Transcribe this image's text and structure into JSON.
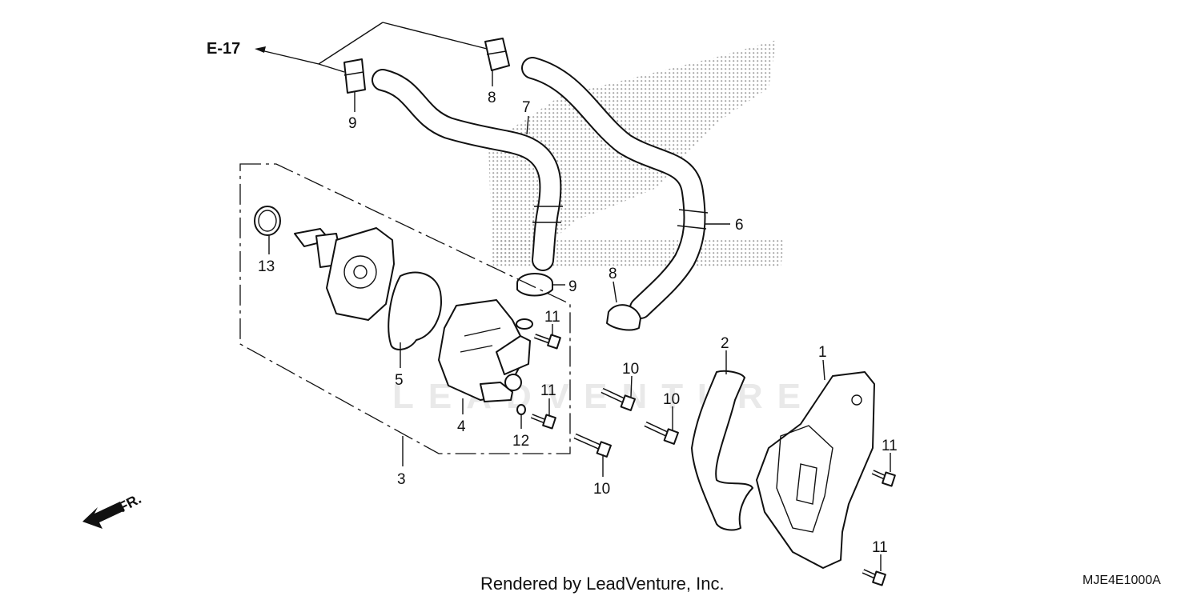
{
  "reference": {
    "label": "E-17"
  },
  "watermark": {
    "text": "LEADVENTURE"
  },
  "callouts": {
    "c1": "1",
    "c2": "2",
    "c3": "3",
    "c4": "4",
    "c5": "5",
    "c6": "6",
    "c7": "7",
    "c8a": "8",
    "c8b": "8",
    "c9a": "9",
    "c9b": "9",
    "c10a": "10",
    "c10b": "10",
    "c10c": "10",
    "c11a": "11",
    "c11b": "11",
    "c11c": "11",
    "c11d": "11",
    "c12": "12",
    "c13": "13"
  },
  "direction": {
    "label": "FR."
  },
  "footer": {
    "rendered_by": "Rendered by LeadVenture, Inc.",
    "diagram_code": "MJE4E1000A"
  },
  "colors": {
    "line": "#111111",
    "dots": "#9a9a9a",
    "watermark": "#e9e9e9"
  }
}
